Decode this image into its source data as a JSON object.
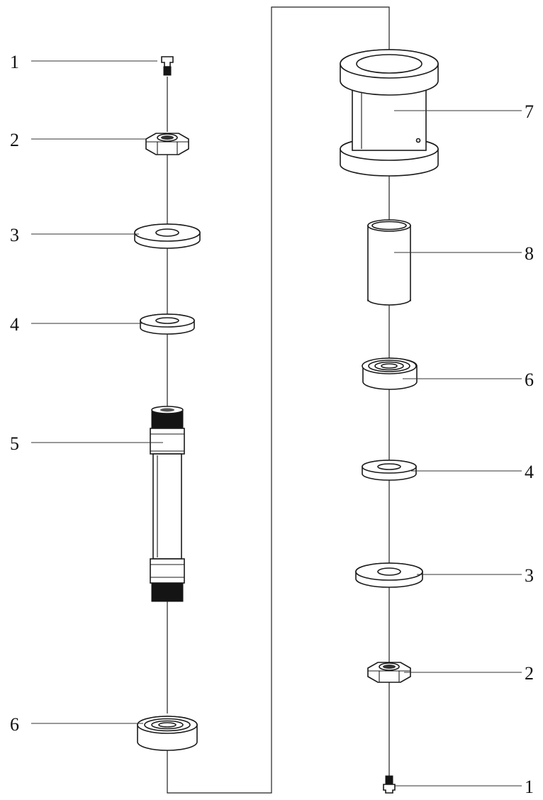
{
  "callouts": {
    "left": [
      "1",
      "2",
      "3",
      "4",
      "5",
      "6"
    ],
    "right": [
      "7",
      "8",
      "6",
      "4",
      "3",
      "2",
      "1"
    ]
  },
  "colors": {
    "line": "#1a1a1a",
    "thread": "#141414",
    "background": "#ffffff"
  }
}
